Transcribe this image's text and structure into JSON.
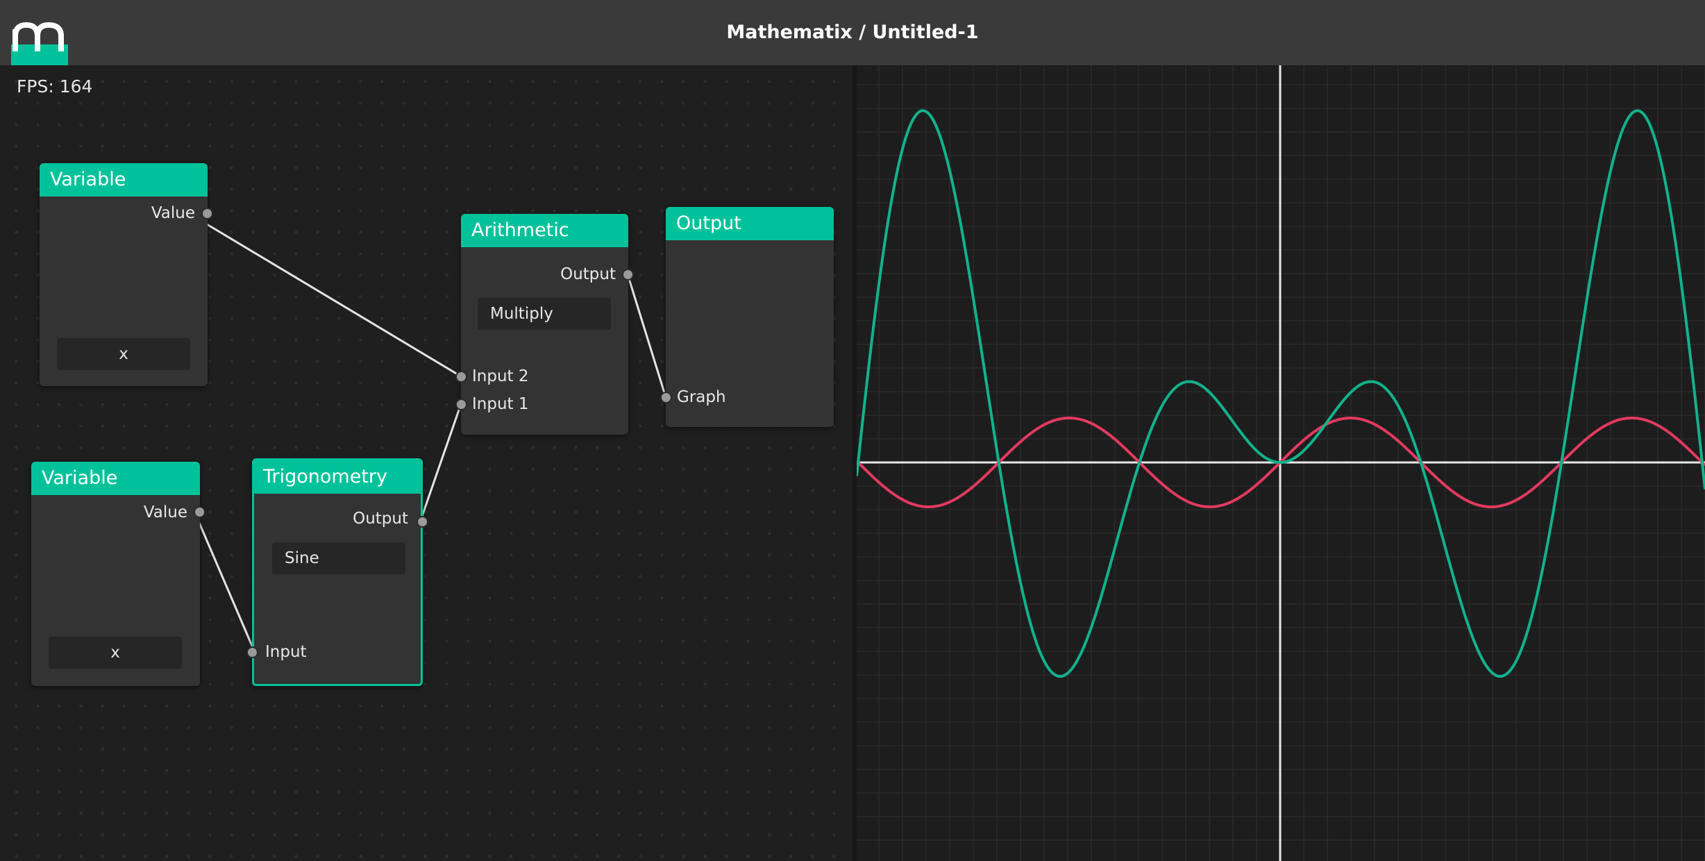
{
  "app": {
    "title": "Mathematix / Untitled-1",
    "logo_letter": "m",
    "accent_color": "#00c29a"
  },
  "editor": {
    "fps_label": "FPS: 164",
    "nodes": {
      "variable_1": {
        "title": "Variable",
        "output_label": "Value",
        "value": "x"
      },
      "variable_2": {
        "title": "Variable",
        "output_label": "Value",
        "value": "x"
      },
      "trigonometry": {
        "title": "Trigonometry",
        "output_label": "Output",
        "function": "Sine",
        "input_label": "Input"
      },
      "arithmetic": {
        "title": "Arithmetic",
        "output_label": "Output",
        "operation": "Multiply",
        "input2_label": "Input 2",
        "input1_label": "Input 1"
      },
      "output": {
        "title": "Output",
        "input_label": "Graph"
      }
    }
  },
  "graph": {
    "series_colors": {
      "product": "#12b28d",
      "sine": "#e23a5e"
    },
    "axis_color": "#e8e8e8"
  }
}
